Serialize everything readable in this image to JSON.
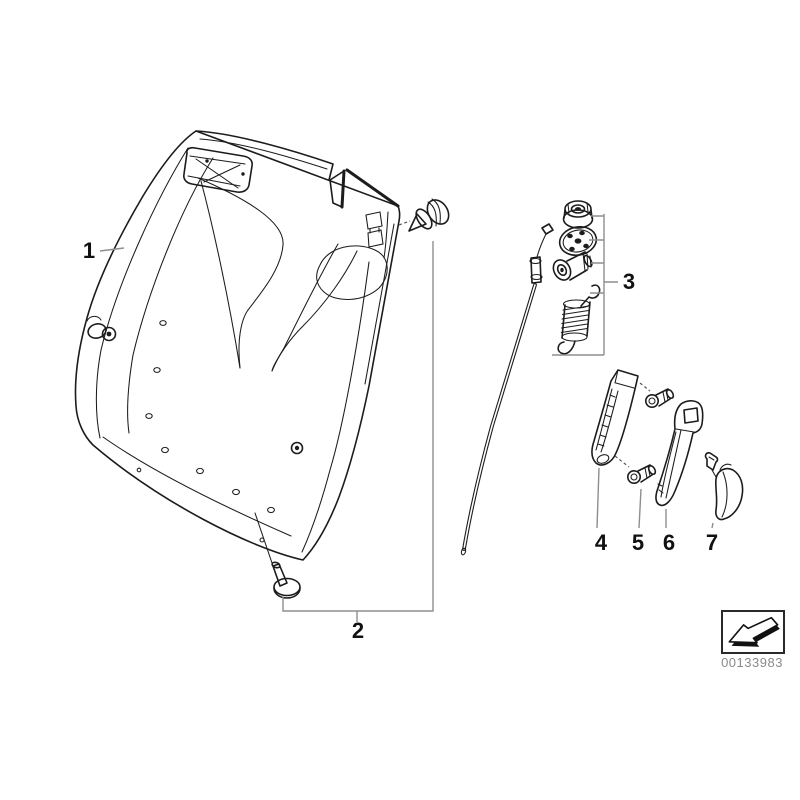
{
  "diagram": {
    "callouts": [
      {
        "label": "1"
      },
      {
        "label": "2"
      },
      {
        "label": "3"
      },
      {
        "label": "4"
      },
      {
        "label": "5"
      },
      {
        "label": "6"
      },
      {
        "label": "7"
      }
    ],
    "footer": {
      "image_number": "00133983",
      "icon": "bent-arrow-down-left-icon"
    },
    "colors": {
      "background": "#ffffff",
      "line": "#1c1c1c",
      "leader": "#8e8e8e",
      "label": "#111111",
      "image_number_text": "#8a8a8a"
    }
  }
}
